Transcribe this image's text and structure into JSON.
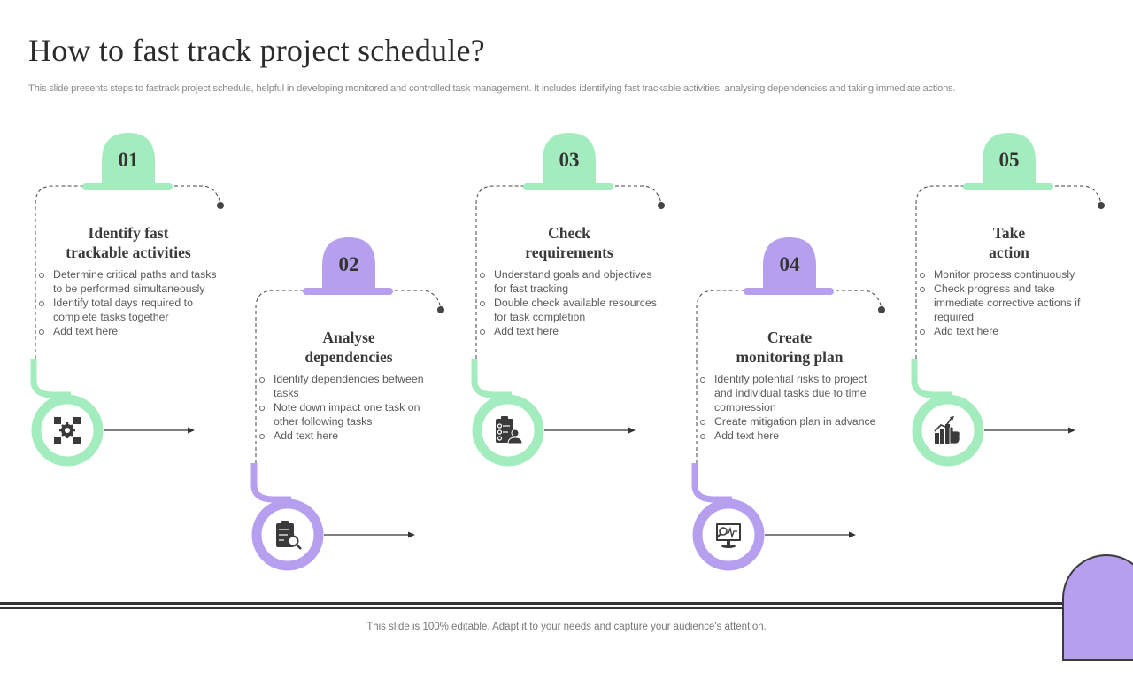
{
  "header": {
    "title": "How to fast track project schedule?",
    "subtitle": "This slide presents steps to fastrack project schedule, helpful in developing monitored and controlled task management. It includes identifying fast trackable activities, analysing dependencies and taking immediate actions."
  },
  "colors": {
    "green": "#a3ecbd",
    "purple": "#b69fef",
    "text_dark": "#333333",
    "text_body": "#5a5a5a"
  },
  "steps": [
    {
      "number": "01",
      "title_line1": "Identify fast",
      "title_line2": "trackable activities",
      "color": "green",
      "icon": "gear-network-icon",
      "bullets": [
        "Determine critical paths and tasks to be performed simultaneously",
        "Identify total days required to complete tasks together",
        "Add text here"
      ]
    },
    {
      "number": "02",
      "title_line1": "Analyse",
      "title_line2": "dependencies",
      "color": "purple",
      "icon": "clipboard-search-icon",
      "bullets": [
        "Identify dependencies between tasks",
        "Note down impact one task on other following tasks",
        "Add text here"
      ]
    },
    {
      "number": "03",
      "title_line1": "Check",
      "title_line2": "requirements",
      "color": "green",
      "icon": "clipboard-person-icon",
      "bullets": [
        "Understand goals and objectives for fast tracking",
        "Double check available resources for task completion",
        "Add text here"
      ]
    },
    {
      "number": "04",
      "title_line1": "Create",
      "title_line2": "monitoring plan",
      "color": "purple",
      "icon": "monitor-analytics-icon",
      "bullets": [
        "Identify potential risks to project and individual tasks due to time compression",
        "Create mitigation plan in advance",
        "Add text here"
      ]
    },
    {
      "number": "05",
      "title_line1": "Take",
      "title_line2": "action",
      "color": "green",
      "icon": "growth-chart-hand-icon",
      "bullets": [
        "Monitor process continuously",
        "Check progress and take immediate corrective actions if required",
        "Add text here"
      ]
    }
  ],
  "footer": {
    "text": "This slide is 100% editable. Adapt it to your needs and capture your audience's attention."
  }
}
